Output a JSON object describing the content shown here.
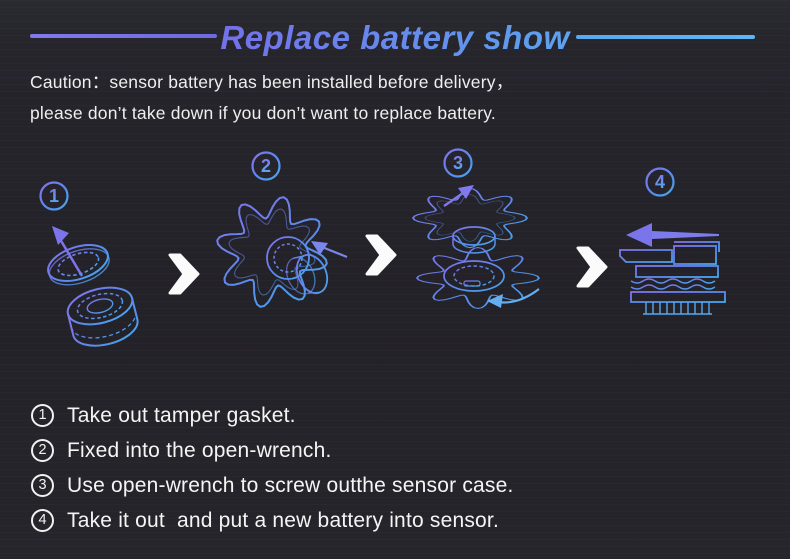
{
  "header": {
    "title": "Replace battery show"
  },
  "caution": {
    "line1": "Caution：sensor battery has been installed before delivery，",
    "line2": "please don’t take down if you don’t want to replace battery."
  },
  "diagram": {
    "steps": [
      {
        "number": "1",
        "illustration": "sensor-with-tamper-gasket-exploded"
      },
      {
        "number": "2",
        "illustration": "sensor-fixed-into-open-wrench"
      },
      {
        "number": "3",
        "illustration": "open-wrench-unscrewing-sensor-case"
      },
      {
        "number": "4",
        "illustration": "battery-removed-from-sensor"
      }
    ]
  },
  "instructions": [
    {
      "number": "1",
      "text": "Take out tamper gasket."
    },
    {
      "number": "2",
      "text": "Fixed into the open-wrench."
    },
    {
      "number": "3",
      "text": "Use open-wrench to screw outthe sensor case."
    },
    {
      "number": "4",
      "text": "Take it out  and put a new battery into sensor."
    }
  ],
  "colors": {
    "background": "#242329",
    "accent_purple": "#7b6ce8",
    "accent_blue": "#57c2f3",
    "line_left": "#6e71e2",
    "line_right": "#58b0f2",
    "text": "#f2f2f2"
  }
}
